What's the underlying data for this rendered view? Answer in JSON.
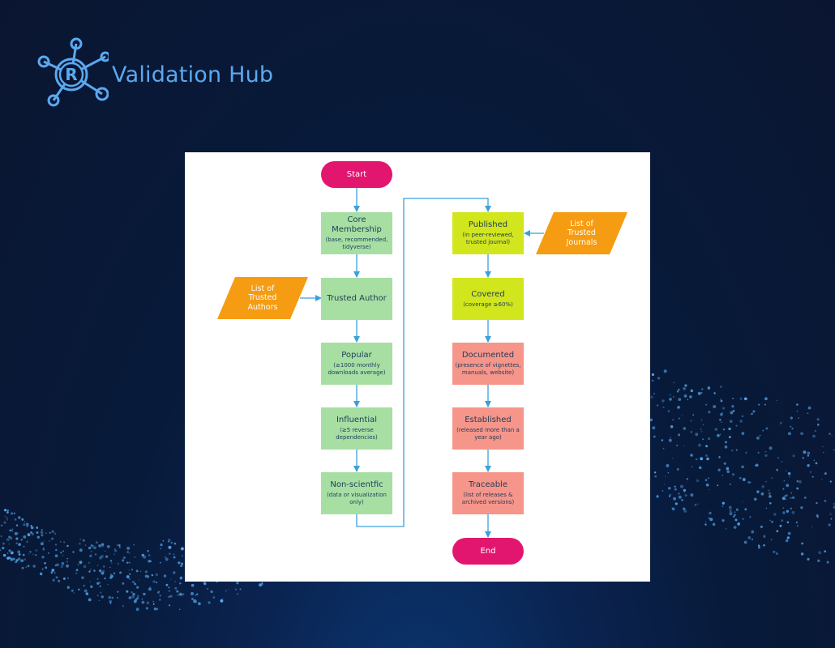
{
  "logo": {
    "brand_text": "Validation Hub",
    "badge_letter": "R"
  },
  "flowchart": {
    "start": "Start",
    "end": "End",
    "left_column": [
      {
        "title": "Core Membership",
        "sub": "(base, recommended,\ntidyverse)"
      },
      {
        "title": "Trusted Author",
        "sub": ""
      },
      {
        "title": "Popular",
        "sub": "(≥1000 monthly\ndownloads average)"
      },
      {
        "title": "Influential",
        "sub": "(≥5 reverse\ndependencies)"
      },
      {
        "title": "Non-scientfic",
        "sub": "(data or visualization\nonly)"
      }
    ],
    "right_column": [
      {
        "title": "Published",
        "sub": "(in peer-reviewed,\ntrusted journal)"
      },
      {
        "title": "Covered",
        "sub": "(coverage ≥60%)"
      },
      {
        "title": "Documented",
        "sub": "(presence of vignettes,\nmanuals, website)"
      },
      {
        "title": "Established",
        "sub": "(released more than a\nyear ago)"
      },
      {
        "title": "Traceable",
        "sub": "(list of releases &\narchived versions)"
      }
    ],
    "inputs": {
      "authors": "List of\nTrusted\nAuthors",
      "journals": "List of\nTrusted\nJournals"
    }
  },
  "colors": {
    "background": "#0a1a3a",
    "accent_blue": "#5aa9f0",
    "terminal": "#e3166f",
    "green_box": "#a7dfa3",
    "lime_box": "#d2e61e",
    "salmon_box": "#f6958a",
    "input_orange": "#f59c12",
    "arrow": "#3aa0dc"
  }
}
